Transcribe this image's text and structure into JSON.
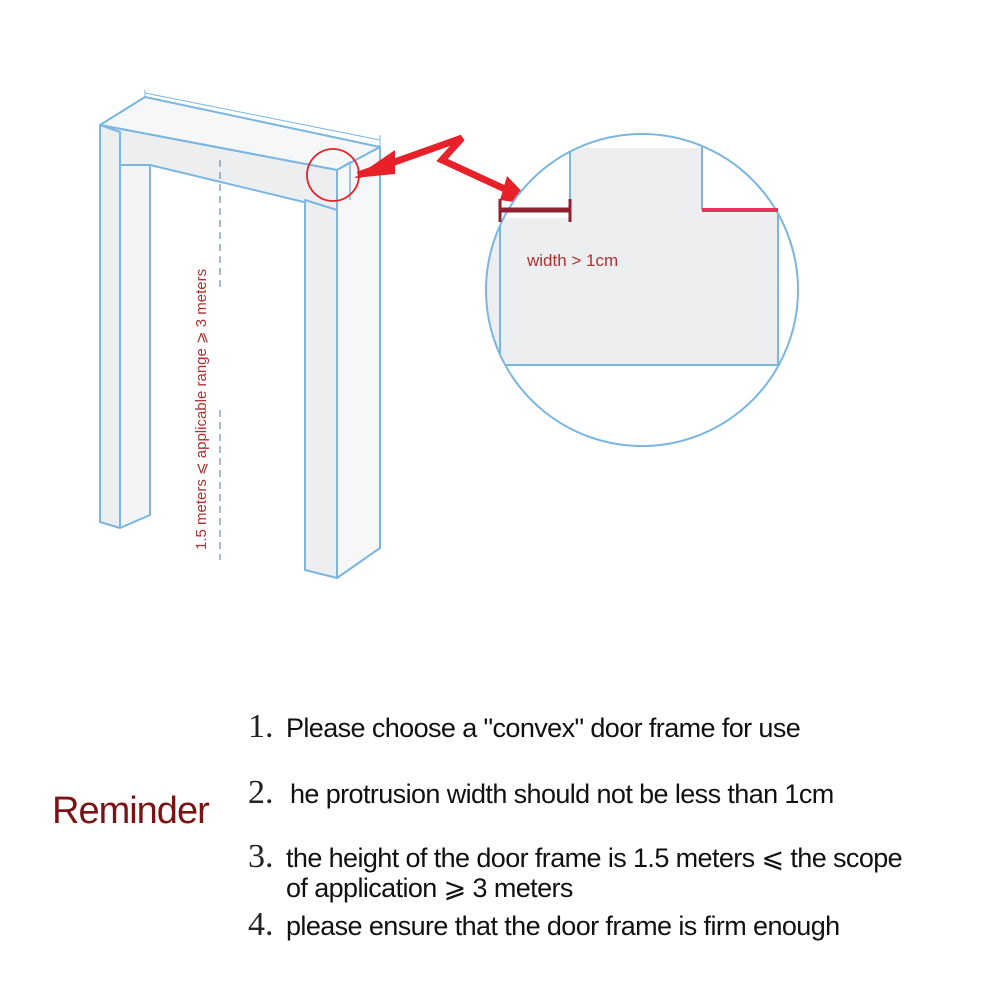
{
  "colors": {
    "frame_stroke": "#7ab6e0",
    "frame_fill": "#eceef0",
    "arrow": "#e8202a",
    "measure_bar": "#8e2030",
    "protrusion_line": "#e8305a",
    "reminder": "#7a1414",
    "label": "#b03030"
  },
  "diagram": {
    "height_label": "1.5 meters ⩽ applicable range ⩾ 3 meters",
    "width_label": "width > 1cm"
  },
  "reminder": {
    "title": "Reminder",
    "items": [
      {
        "num": "1.",
        "text": "Please choose a \"convex\" door frame for use",
        "text2": ""
      },
      {
        "num": "2.",
        "text": "he protrusion width should not be less than 1cm",
        "text2": ""
      },
      {
        "num": "3.",
        "text": "the height of the door frame is 1.5 meters ⩽ the scope",
        "text2": "of application ⩾ 3 meters"
      },
      {
        "num": "4.",
        "text": "please ensure that the door frame is firm enough",
        "text2": ""
      }
    ]
  }
}
